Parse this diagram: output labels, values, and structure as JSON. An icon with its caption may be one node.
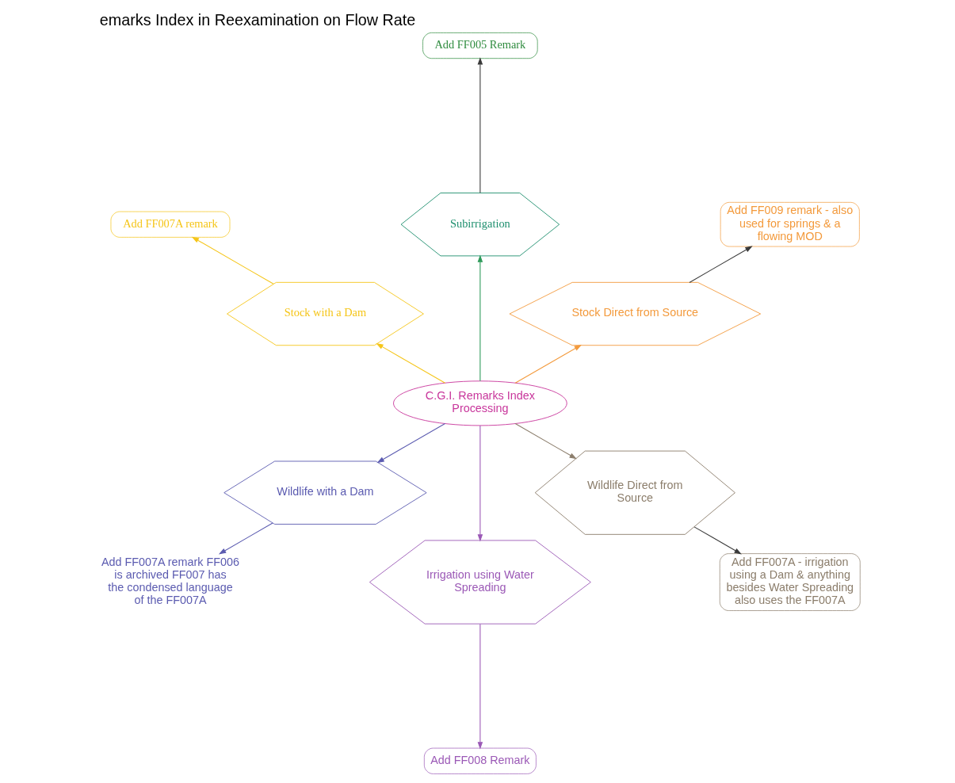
{
  "diagram": {
    "title": "emarks Index in Reexamination on Flow Rate",
    "nodes": [
      {
        "text": [
          "C.G.I. Remarks Index Processing"
        ]
      },
      {
        "text": [
          "Stock Direct from Source"
        ]
      },
      {
        "text": [
          "Add FF009 remark - also used for springs & a flowing MOD"
        ]
      },
      {
        "text": [
          "Subirrigation"
        ]
      },
      {
        "text": [
          "Add FF005 Remark"
        ]
      },
      {
        "text": [
          "Stock with a Dam"
        ]
      },
      {
        "text": [
          "Add FF007A remark"
        ]
      },
      {
        "text": [
          "Wildlife with a Dam"
        ]
      },
      {
        "text": [
          "Add FF007A remark FF006 is archived FF007 has the condensed language of the FF007A"
        ]
      },
      {
        "text": [
          "Irrigation using Water Spreading"
        ]
      },
      {
        "text": [
          "Add FF008 Remark"
        ]
      },
      {
        "text": [
          "Wildlife Direct from Source"
        ]
      },
      {
        "text": [
          "Add FF007A - irrigation using a Dam & anything besides Water Spreading also uses the FF007A"
        ]
      }
    ],
    "edges": [
      {
        "from": 0,
        "to": 1,
        "arrow": "to",
        "color": "#f39a3c"
      },
      {
        "from": 1,
        "to": 2,
        "arrow": "to",
        "color": "#3a3a3a"
      },
      {
        "from": 0,
        "to": 3,
        "arrow": "to",
        "color": "#2e9a5a"
      },
      {
        "from": 3,
        "to": 4,
        "arrow": "to",
        "color": "#3a3a3a"
      },
      {
        "from": 0,
        "to": 5,
        "arrow": "to",
        "color": "#f5c518"
      },
      {
        "from": 5,
        "to": 6,
        "arrow": "to",
        "color": "#f5c518"
      },
      {
        "from": 0,
        "to": 7,
        "arrow": "to",
        "color": "#5b5bb0"
      },
      {
        "from": 7,
        "to": 8,
        "arrow": "to",
        "color": "#5b5bb0"
      },
      {
        "from": 0,
        "to": 9,
        "arrow": "to",
        "color": "#9b59b6"
      },
      {
        "from": 9,
        "to": 10,
        "arrow": "to",
        "color": "#9b59b6"
      },
      {
        "from": 0,
        "to": 11,
        "arrow": "to",
        "color": "#8b7d6b"
      },
      {
        "from": 11,
        "to": 12,
        "arrow": "to",
        "color": "#3a3a3a"
      }
    ]
  }
}
